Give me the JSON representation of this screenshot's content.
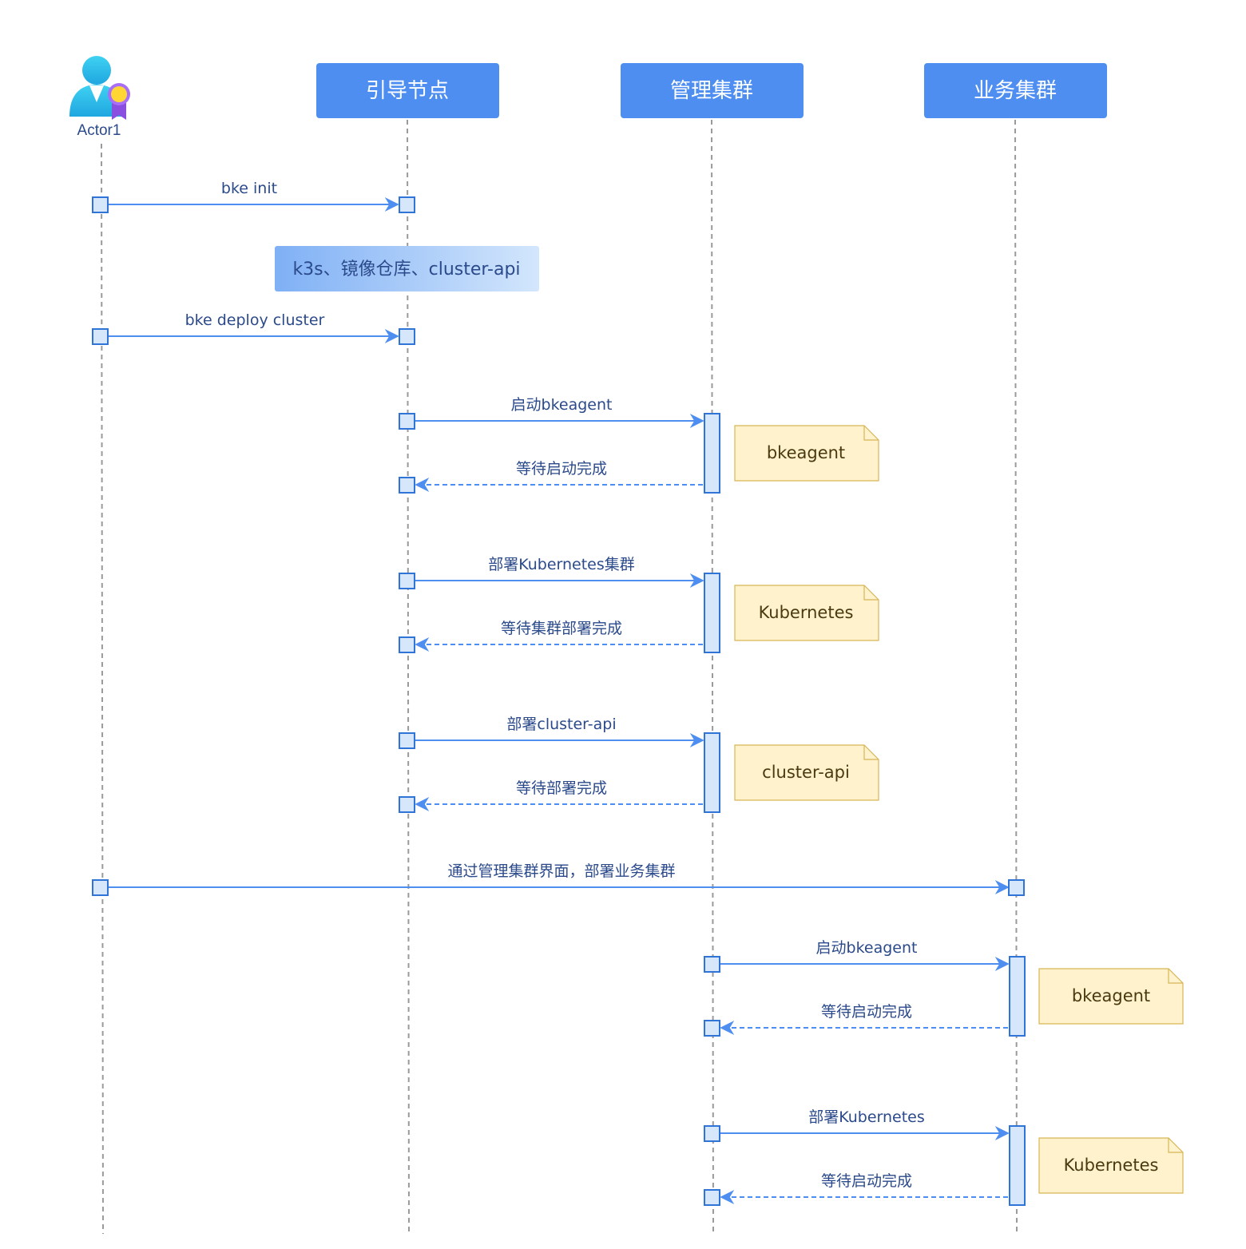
{
  "colors": {
    "participant_fill": "#4d8ef0",
    "lifeline": "#9a9a9a",
    "message_line": "#4d8ef0",
    "activation_fill": "#d6e6fb",
    "activation_stroke": "#2f74d6",
    "note_fill": "#fff2cc",
    "note_stroke": "#d6b656",
    "text": "#2b4a8b"
  },
  "actor": {
    "label": "Actor1",
    "icon": "user-with-badge-icon"
  },
  "participants": [
    {
      "id": "bootstrap",
      "label": "引导节点"
    },
    {
      "id": "mgmt",
      "label": "管理集群"
    },
    {
      "id": "workload",
      "label": "业务集群"
    }
  ],
  "group_box": {
    "label": "k3s、镜像仓库、cluster-api"
  },
  "messages": [
    {
      "label": "bke init",
      "from": "actor",
      "to": "bootstrap",
      "style": "solid"
    },
    {
      "label": "bke deploy cluster",
      "from": "actor",
      "to": "bootstrap",
      "style": "solid"
    },
    {
      "label": "启动bkeagent",
      "from": "bootstrap",
      "to": "mgmt",
      "style": "solid"
    },
    {
      "label": "等待启动完成",
      "from": "mgmt",
      "to": "bootstrap",
      "style": "dashed"
    },
    {
      "label": "部署Kubernetes集群",
      "from": "bootstrap",
      "to": "mgmt",
      "style": "solid"
    },
    {
      "label": "等待集群部署完成",
      "from": "mgmt",
      "to": "bootstrap",
      "style": "dashed"
    },
    {
      "label": "部署cluster-api",
      "from": "bootstrap",
      "to": "mgmt",
      "style": "solid"
    },
    {
      "label": "等待部署完成",
      "from": "mgmt",
      "to": "bootstrap",
      "style": "dashed"
    },
    {
      "label": "通过管理集群界面，部署业务集群",
      "from": "actor",
      "to": "workload",
      "style": "solid"
    },
    {
      "label": "启动bkeagent",
      "from": "mgmt",
      "to": "workload",
      "style": "solid"
    },
    {
      "label": "等待启动完成",
      "from": "workload",
      "to": "mgmt",
      "style": "dashed"
    },
    {
      "label": "部署Kubernetes",
      "from": "mgmt",
      "to": "workload",
      "style": "solid"
    },
    {
      "label": "等待启动完成",
      "from": "workload",
      "to": "mgmt",
      "style": "dashed"
    }
  ],
  "notes": [
    {
      "label": "bkeagent",
      "on": "mgmt"
    },
    {
      "label": "Kubernetes",
      "on": "mgmt"
    },
    {
      "label": "cluster-api",
      "on": "mgmt"
    },
    {
      "label": "bkeagent",
      "on": "workload"
    },
    {
      "label": "Kubernetes",
      "on": "workload"
    }
  ]
}
